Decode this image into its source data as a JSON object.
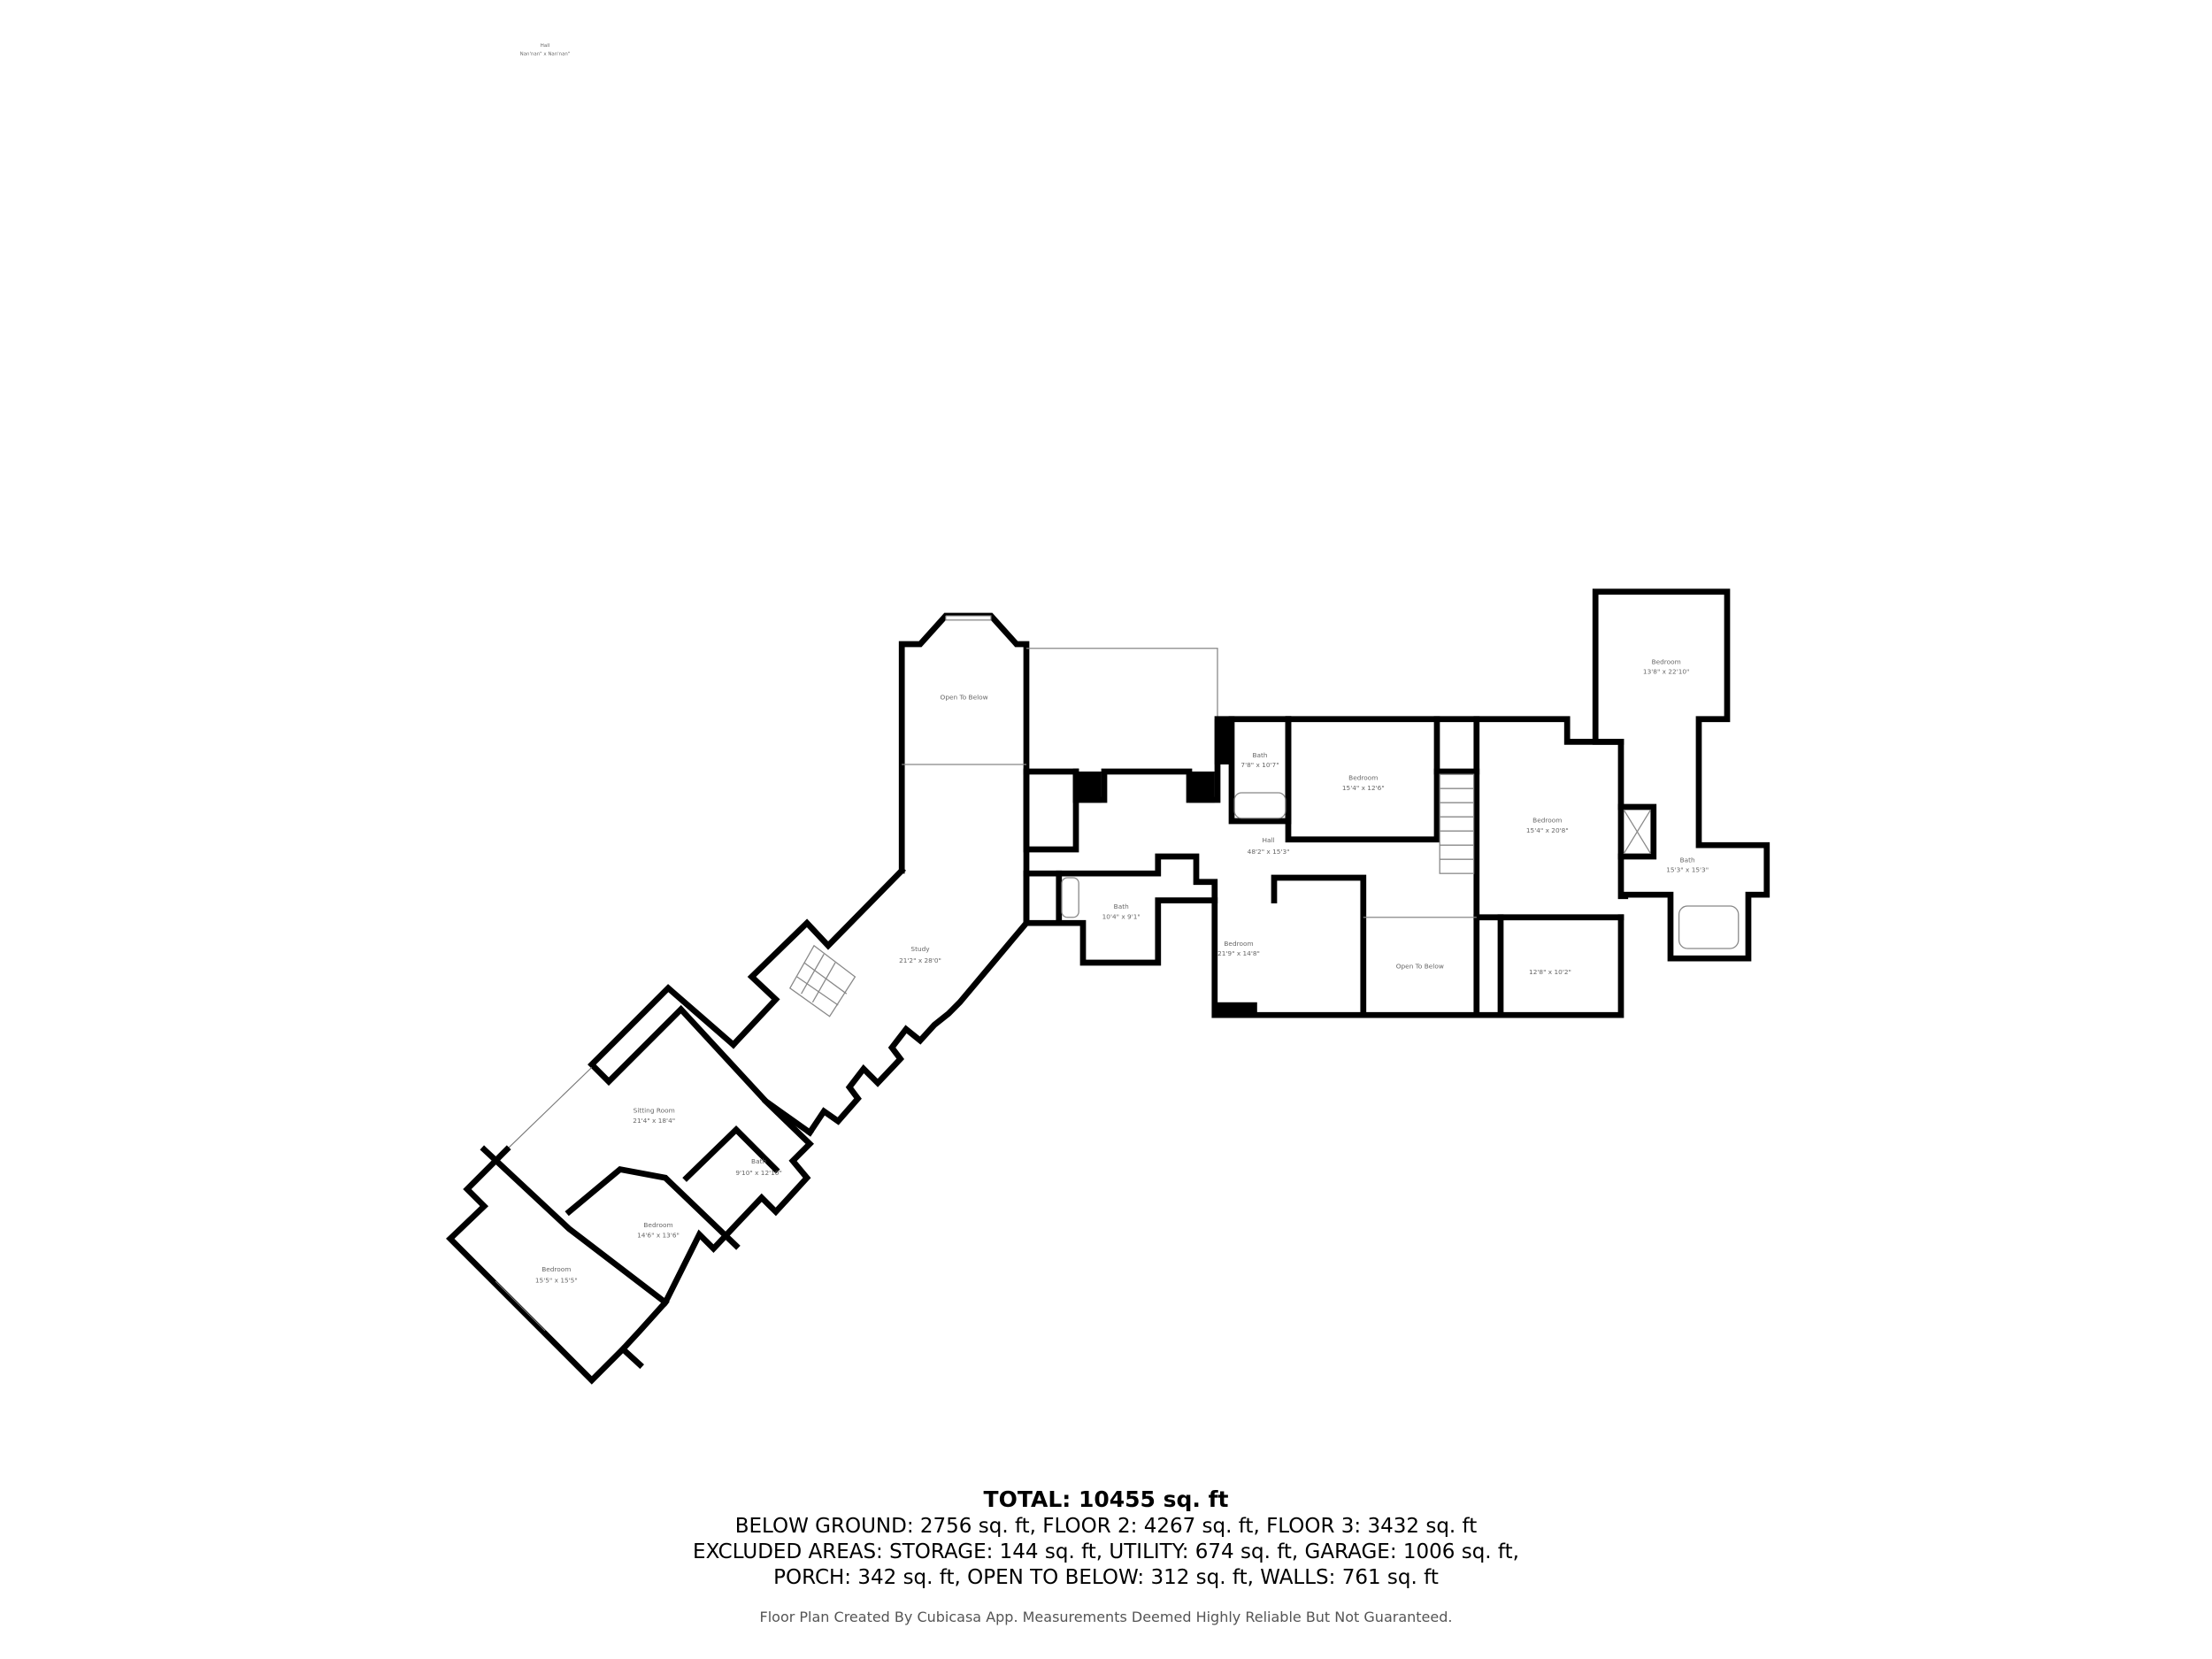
{
  "floating_label": {
    "name": "Hall",
    "dims": "Nan'nan\" x Nan'nan\""
  },
  "rooms": [
    {
      "name": "Open To Below",
      "dims": ""
    },
    {
      "name": "Bath",
      "dims": "7'8\" x 10'7\""
    },
    {
      "name": "Bedroom",
      "dims": "15'4\" x 12'6\""
    },
    {
      "name": "Bedroom",
      "dims": "15'4\" x 20'8\""
    },
    {
      "name": "Bedroom",
      "dims": "13'8\" x 22'10\""
    },
    {
      "name": "Hall",
      "dims": "48'2\" x 15'3\""
    },
    {
      "name": "Bath",
      "dims": "15'3\" x 15'3\""
    },
    {
      "name": "Bath",
      "dims": "10'4\" x 9'1\""
    },
    {
      "name": "Study",
      "dims": "21'2\" x 28'0\""
    },
    {
      "name": "Bedroom",
      "dims": "21'9\" x 14'8\""
    },
    {
      "name": "Open To Below",
      "dims": ""
    },
    {
      "name": "",
      "dims": "12'8\" x 10'2\""
    },
    {
      "name": "Sitting Room",
      "dims": "21'4\" x 18'4\""
    },
    {
      "name": "Bath",
      "dims": "9'10\" x 12'10\""
    },
    {
      "name": "Bedroom",
      "dims": "14'6\" x 13'6\""
    },
    {
      "name": "Bedroom",
      "dims": "15'5\" x 15'5\""
    }
  ],
  "summary": {
    "total": "TOTAL: 10455 sq. ft",
    "line1": "BELOW GROUND: 2756 sq. ft, FLOOR 2: 4267 sq. ft, FLOOR 3: 3432 sq. ft",
    "line2": "EXCLUDED AREAS: STORAGE: 144 sq. ft, UTILITY: 674 sq. ft, GARAGE: 1006 sq. ft,",
    "line3": "PORCH: 342 sq. ft, OPEN TO BELOW: 312 sq. ft, WALLS: 761 sq. ft",
    "credit": "Floor Plan Created By Cubicasa App. Measurements Deemed Highly Reliable But Not Guaranteed."
  },
  "colors": {
    "wall": "#000000",
    "label": "#666666",
    "credit": "#555555"
  }
}
